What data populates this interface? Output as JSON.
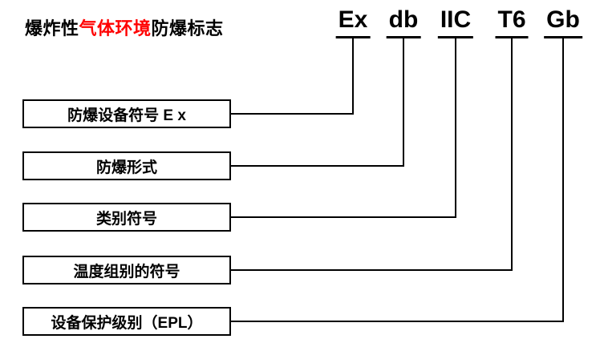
{
  "title": {
    "part1": "爆炸性",
    "part2": "气体环境",
    "part3": "防爆标志"
  },
  "marking": {
    "codes": [
      {
        "label": "Ex",
        "meaning_box_index": 0
      },
      {
        "label": "db",
        "meaning_box_index": 1
      },
      {
        "label": "IIC",
        "meaning_box_index": 2
      },
      {
        "label": "T6",
        "meaning_box_index": 3
      },
      {
        "label": "Gb",
        "meaning_box_index": 4
      }
    ]
  },
  "legend": {
    "boxes": [
      {
        "label": "防爆设备符号 E x"
      },
      {
        "label": "防爆形式"
      },
      {
        "label": "类别符号"
      },
      {
        "label": "温度组别的符号"
      },
      {
        "label": "设备保护级别（EPL）"
      }
    ]
  },
  "colors": {
    "accent_red": "#ff0000",
    "line_black": "#000000",
    "background": "#ffffff"
  }
}
